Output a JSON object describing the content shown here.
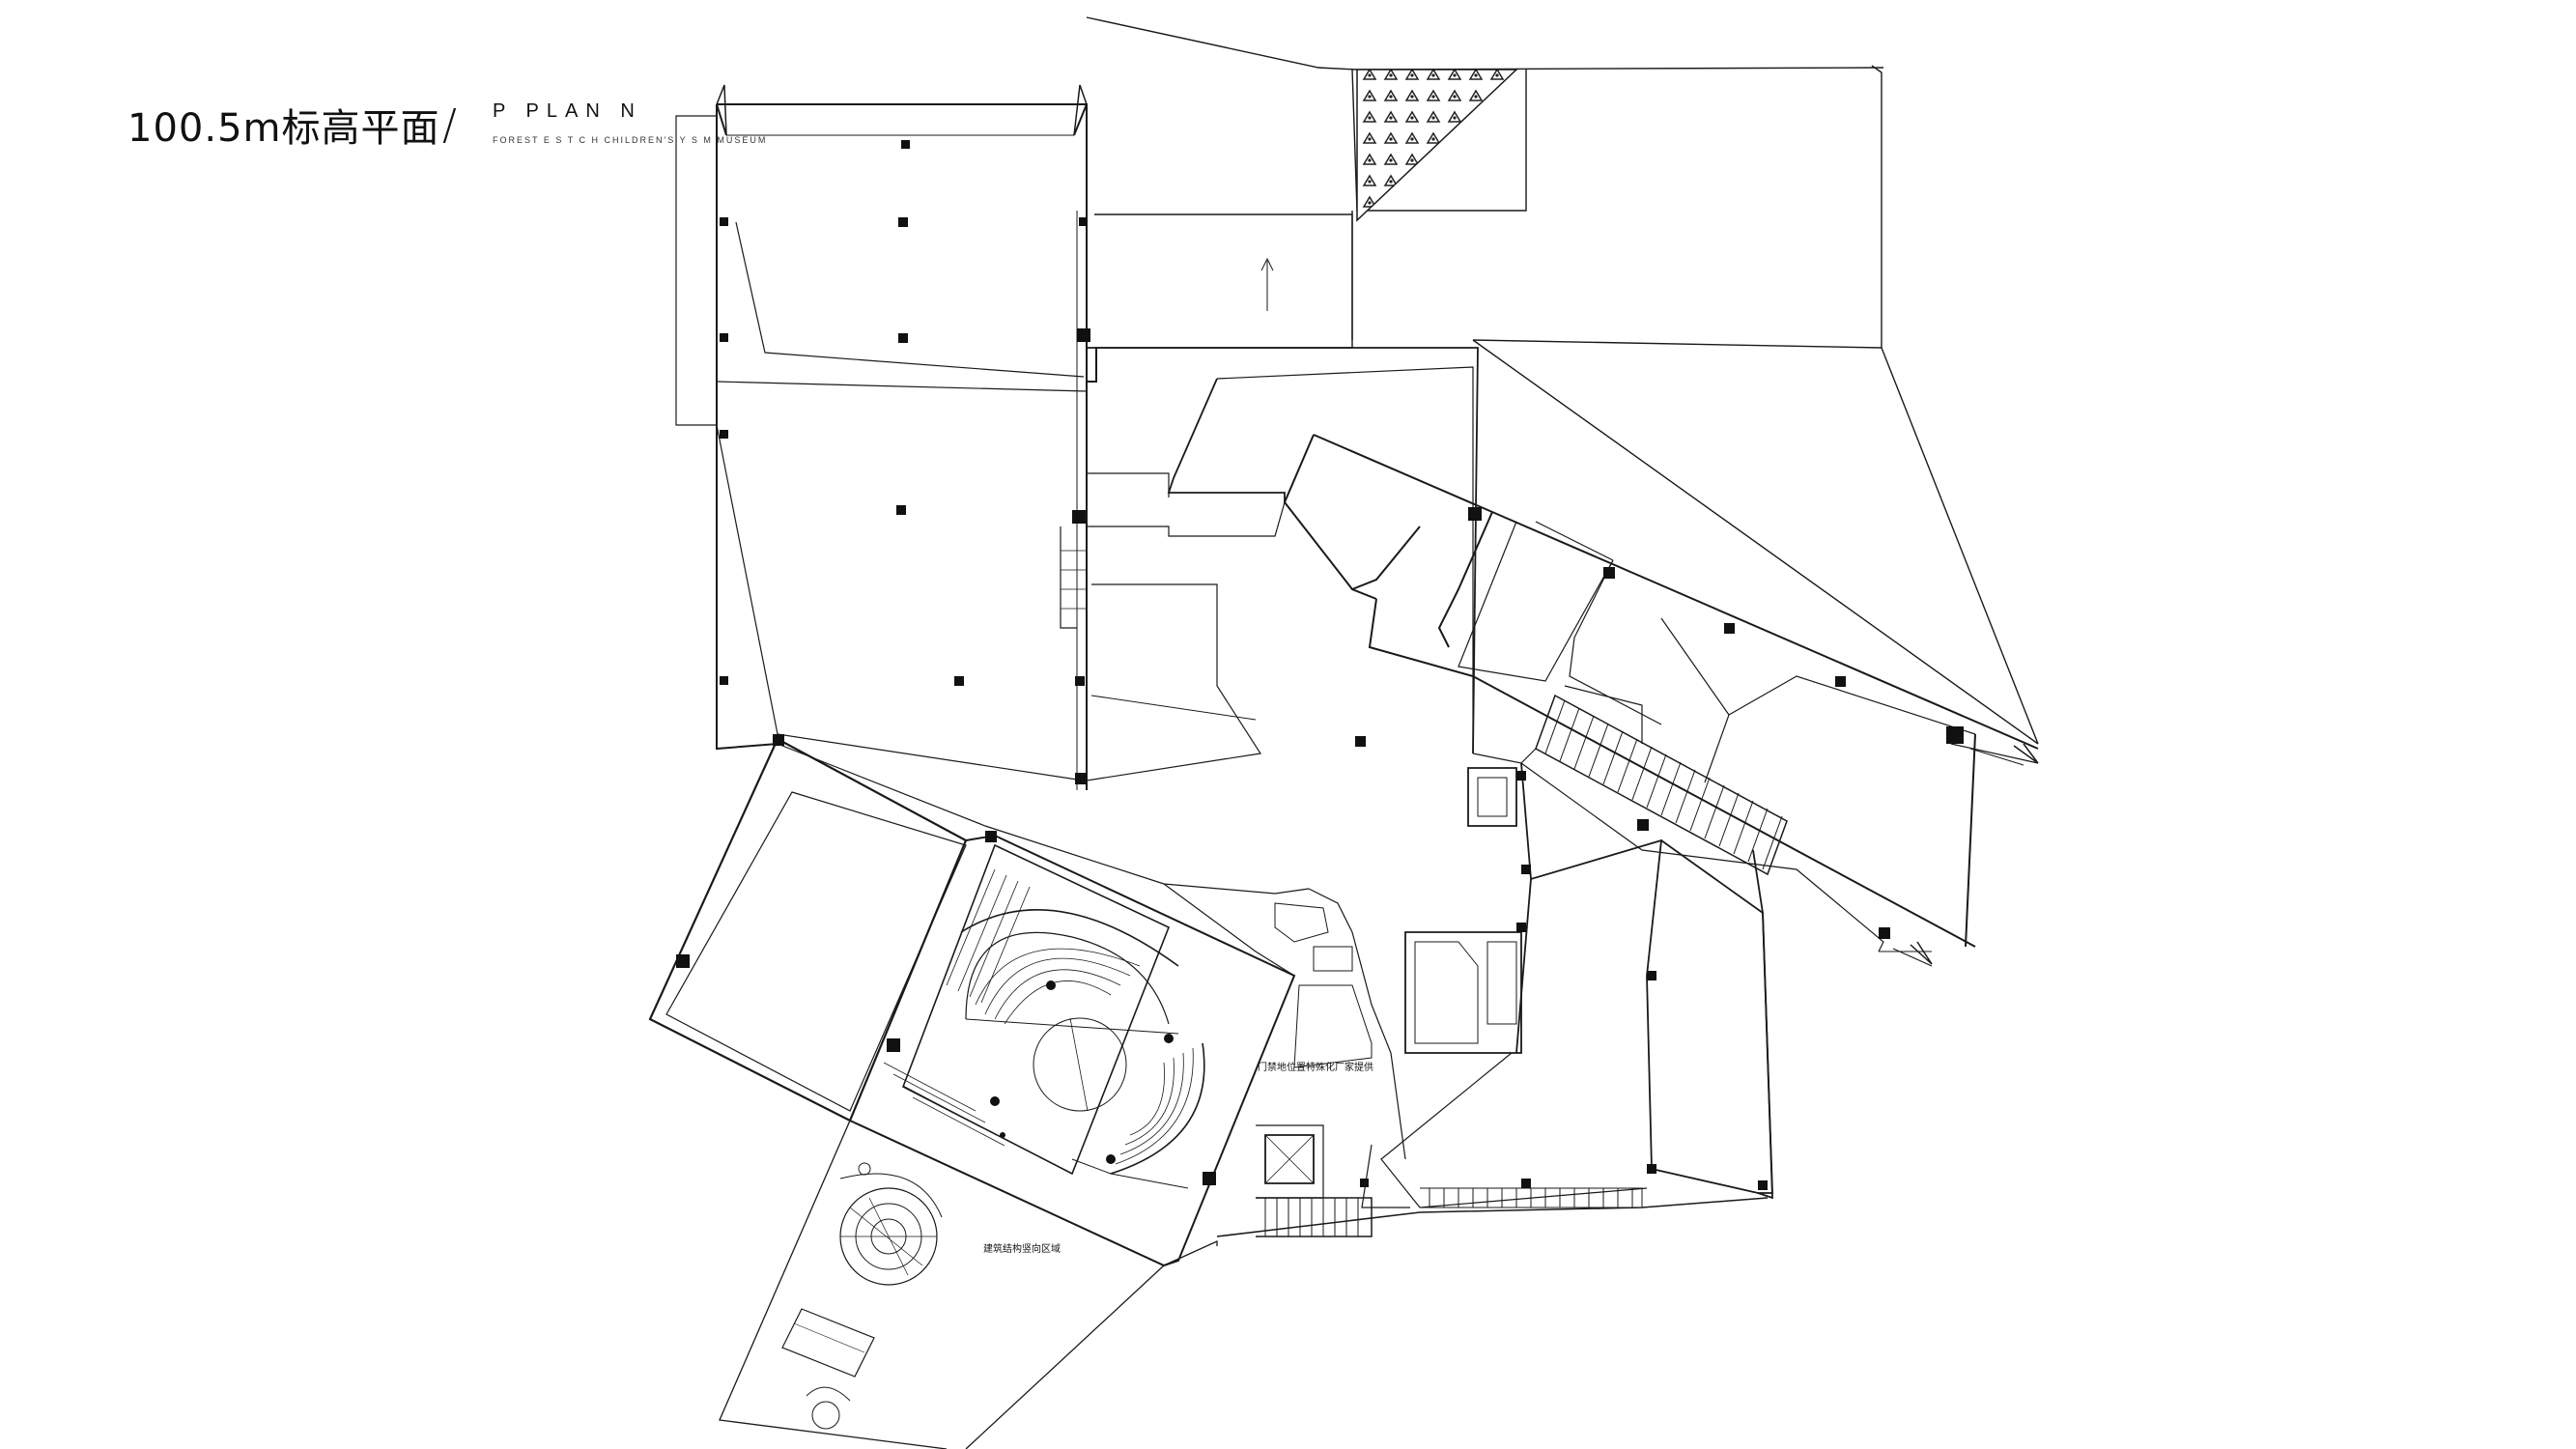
{
  "header": {
    "title_cn": "100.5m标高平面",
    "separator": "/",
    "title_en": "P  PLAN  N",
    "subtitle_en": "FOREST E S T  C H CHILDREN'S  Y S  M  MUSEUM"
  },
  "labels": {
    "fire_zone": "门禁地位置特殊化厂家提供",
    "structure_zone": "建筑结构竖向区域"
  },
  "colors": {
    "line": "#1a1a1a",
    "column": "#111111",
    "hatch": "#222222",
    "background": "#ffffff"
  }
}
